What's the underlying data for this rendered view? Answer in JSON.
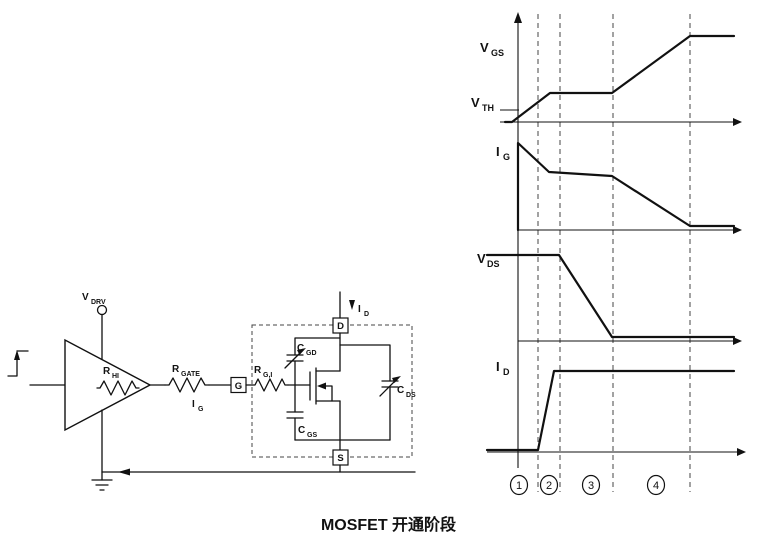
{
  "caption": "MOSFET 开通阶段",
  "schematic": {
    "vdrv_main": "V",
    "vdrv_sub": "DRV",
    "rhi_main": "R",
    "rhi_sub": "HI",
    "rgate_main": "R",
    "rgate_sub": "GATE",
    "ig_main": "I",
    "ig_sub": "G",
    "gate_terminal": "G",
    "drain_terminal": "D",
    "source_terminal": "S",
    "rgi_main": "R",
    "rgi_sub": "G,I",
    "cgd_main": "C",
    "cgd_sub": "GD",
    "cgs_main": "C",
    "cgs_sub": "GS",
    "cds_main": "C",
    "cds_sub": "DS",
    "id_main": "I",
    "id_sub": "D"
  },
  "waveforms": {
    "vgs_main": "V",
    "vgs_sub": "GS",
    "vth_main": "V",
    "vth_sub": "TH",
    "ig_main": "I",
    "ig_sub": "G",
    "vds_main": "V",
    "vds_sub": "DS",
    "id_main": "I",
    "id_sub": "D"
  },
  "phases": [
    "1",
    "2",
    "3",
    "4"
  ]
}
